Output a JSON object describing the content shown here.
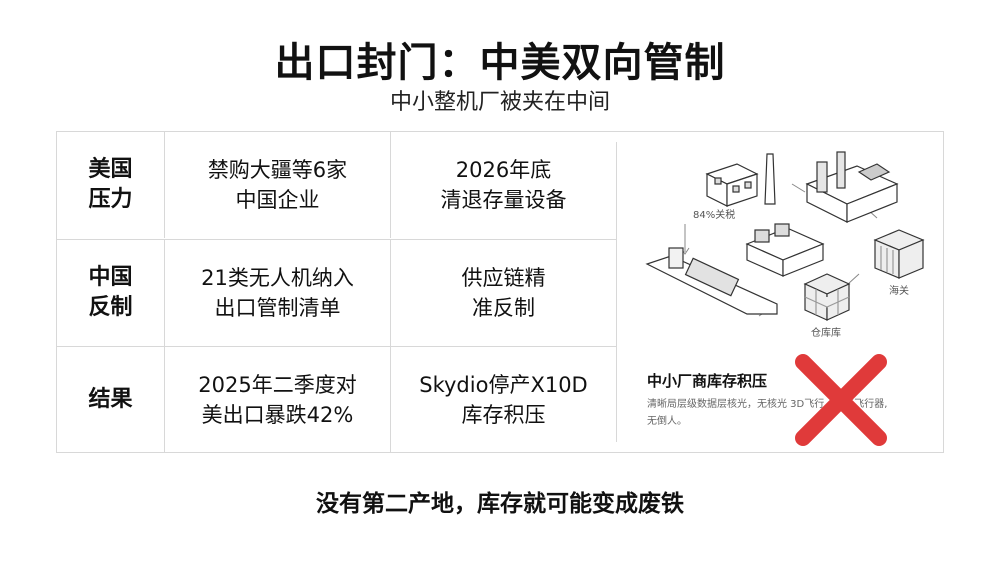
{
  "title": "出口封门：中美双向管制",
  "subtitle": "中小整机厂被夹在中间",
  "rows": [
    {
      "label_l1": "美国",
      "label_l2": "压力",
      "a_l1": "禁购大疆等6家",
      "a_l2": "中国企业",
      "b_l1": "2026年底",
      "b_l2": "清退存量设备"
    },
    {
      "label_l1": "中国",
      "label_l2": "反制",
      "a_l1": "21类无人机纳入",
      "a_l2": "出口管制清单",
      "b_l1": "供应链精",
      "b_l2": "准反制"
    },
    {
      "label_l1": "结果",
      "label_l2": "",
      "a_l1": "2025年二季度对",
      "a_l2": "美出口暴跌42%",
      "b_l1": "Skydio停产X10D",
      "b_l2": "库存积压"
    }
  ],
  "illustration": {
    "tariff_label": "84%关税",
    "customs_label": "海关",
    "warehouse_label": "仓库库"
  },
  "caption": {
    "title": "中小厂商库存积压",
    "text_l1": "清晰局层级数据层核光，无核光 3D飞行　　无飞行器,",
    "text_l2": "无倒人。"
  },
  "footer": "没有第二产地，库存就可能变成废铁",
  "colors": {
    "accent_red": "#e03a3a",
    "border": "#d8d8d8"
  }
}
